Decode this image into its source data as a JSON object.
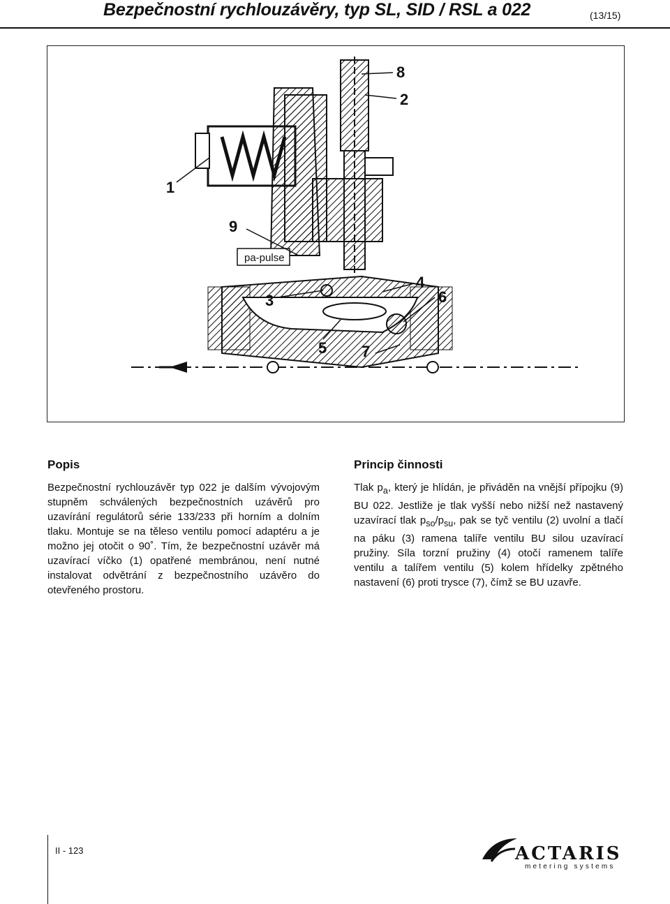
{
  "header": {
    "title": "Bezpečnostní rychlouzávěry, typ SL, SID / RSL a 022",
    "page_ref": "(13/15)"
  },
  "figure": {
    "callouts": [
      "8",
      "2",
      "1",
      "9",
      "3",
      "4",
      "6",
      "5",
      "7"
    ],
    "pulse_label": "pa-pulse"
  },
  "sections": {
    "popis": {
      "heading": "Popis",
      "text": "Bezpečnostní rychlouzávěr typ 022 je dalším vývojovým stupněm schválených bezpečnostních uzávěrů pro uzavírání regulátorů série 133/233 při horním a dolním tlaku. Montuje se na těleso ventilu pomocí adaptéru a je možno jej otočit o 90˚. Tím, že bezpečnostní uzávěr má uzavírací víčko (1) opatřené membránou, není nutné instalovat odvětrání z bezpečnostního uzávěro do otevřeného prostoru."
    },
    "princip": {
      "heading": "Princip činnosti",
      "text_a": "Tlak p",
      "sub_a": "a",
      "text_b": ", který je hlídán, je přiváděn na vnější přípojku (9) BU 022. Jestliže je tlak vyšší nebo nižší než nastavený uzavírací tlak p",
      "sub_so": "so",
      "slash": "/p",
      "sub_su": "su",
      "text_c": ", pak se tyč ventilu (2) uvolní a tlačí na páku (3) ramena talíře ventilu BU silou uzavírací pružiny. Síla torzní pružiny (4) otočí ramenem talíře ventilu a talířem ventilu (5) kolem hřídelky zpětného nastavení (6) proti trysce (7), čímž se BU uzavře."
    }
  },
  "footer": {
    "page_number": "II - 123",
    "logo_word": "ACTARIS",
    "logo_tagline": "metering systems"
  }
}
